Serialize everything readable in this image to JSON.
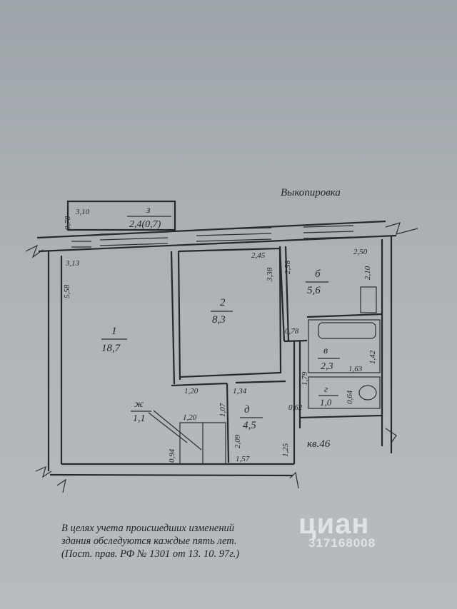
{
  "document": {
    "title": "Выкопировка",
    "apartment": "кв.46"
  },
  "rooms": [
    {
      "id": "1",
      "label": "1",
      "area": "18,7"
    },
    {
      "id": "2",
      "label": "2",
      "area": "8,3"
    },
    {
      "id": "b",
      "label": "б",
      "area": "5,6"
    },
    {
      "id": "v",
      "label": "в",
      "area": "2,3"
    },
    {
      "id": "g",
      "label": "г",
      "area": "1,0"
    },
    {
      "id": "d",
      "label": "д",
      "area": "4,5"
    },
    {
      "id": "zh",
      "label": "ж",
      "area": "1,1"
    },
    {
      "id": "z",
      "label": "з",
      "area": "2,4(0,7)"
    }
  ],
  "dimensions": {
    "balcony_height": "0,78",
    "balcony_width": "3,10",
    "room1_top": "3,13",
    "room1_side": "5,58",
    "room2_top": "2,45",
    "room2_side": "3,38",
    "kitchen_side": "2,58",
    "kitchen_top": "2,50",
    "kitchen_right": "2,10",
    "bath_gap": "0,78",
    "bath_height": "1,42",
    "bath_width": "1,63",
    "bath_side": "1,79",
    "wc_side": "0,64",
    "wc_gap": "0,62",
    "corridor_top_left": "1,20",
    "corridor_top_right": "1,34",
    "corridor_side": "1,07",
    "closet_width": "1,20",
    "closet_height": "0,94",
    "hall_side": "2,09",
    "hall_bottom": "1,57",
    "entry_side": "1,25"
  },
  "footnote": {
    "line1": "В целях  учета происшедших изменений",
    "line2": "здания обследуются каждые пять лет.",
    "line3": "(Пост. прав. РФ № 1301 от 13. 10. 97г.)"
  },
  "watermark": {
    "brand": "циан",
    "id": "317168008"
  }
}
